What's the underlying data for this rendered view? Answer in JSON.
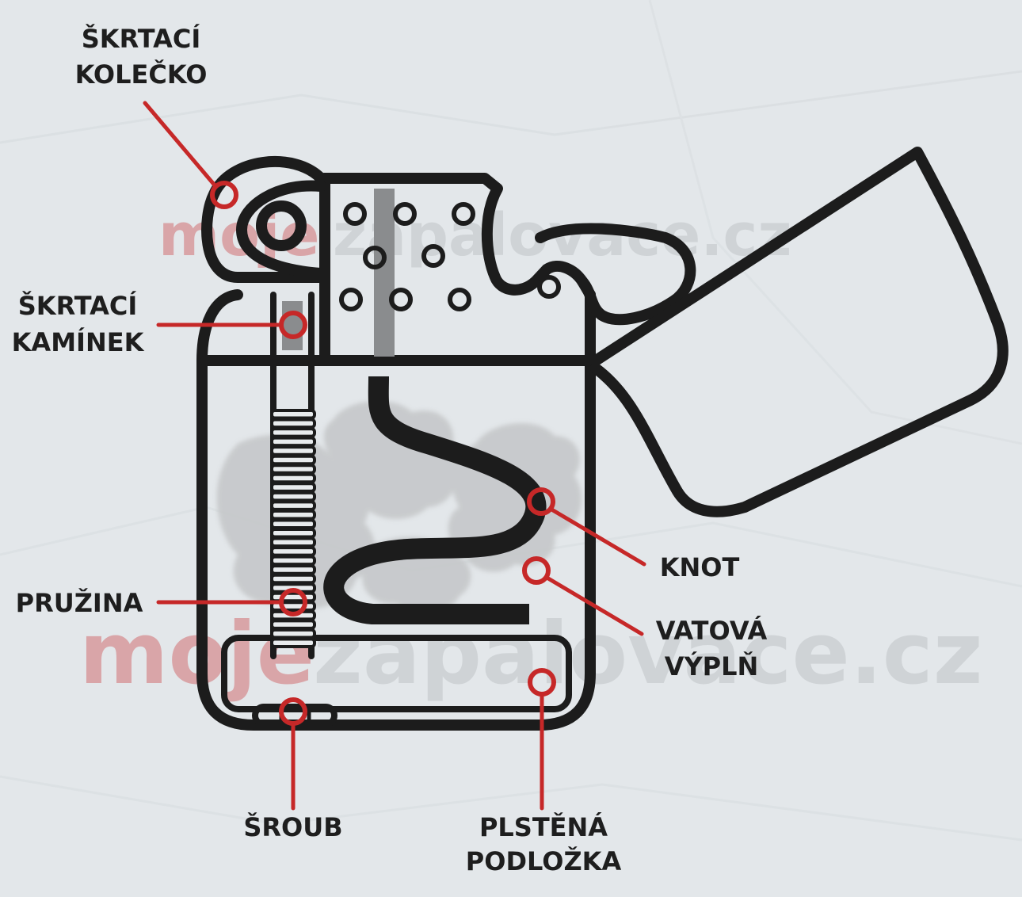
{
  "colors": {
    "background": "#e3e7ea",
    "outline": "#1c1c1c",
    "leader": "#c62828",
    "cotton": "#c4c6c8",
    "watermark": "#d9a5a8",
    "watermark_gray": "#cfd3d6"
  },
  "watermark": {
    "part1": "moje",
    "part2": "zapalovace.cz"
  },
  "labels": {
    "wheel": [
      "ŠKRTACÍ",
      "KOLEČKO"
    ],
    "flint": [
      "ŠKRTACÍ",
      "KAMÍNEK"
    ],
    "spring": [
      "PRUŽINA"
    ],
    "screw": [
      "ŠROUB"
    ],
    "wick": [
      "KNOT"
    ],
    "cotton": [
      "VATOVÁ",
      "VÝPLŇ"
    ],
    "felt": [
      "PLSTĚNÁ",
      "PODLOŽKA"
    ]
  }
}
